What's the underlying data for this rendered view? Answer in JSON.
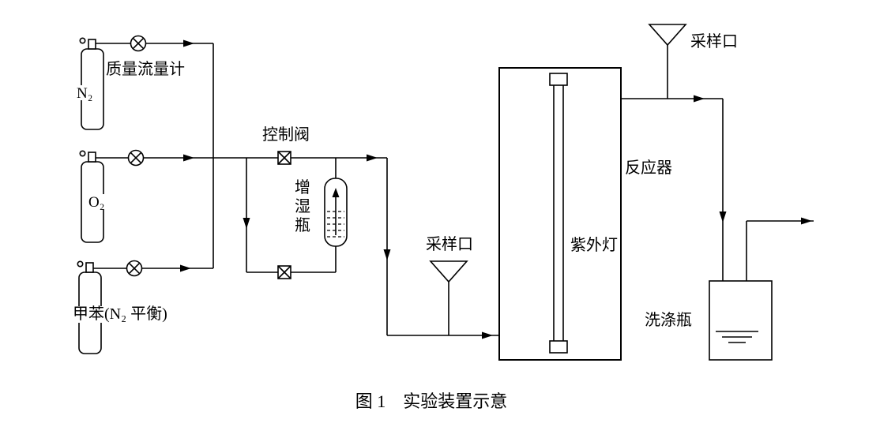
{
  "figure": {
    "caption": "图 1　实验装置示意",
    "labels": {
      "mass_flow_meter": "质量流量计",
      "n2_cylinder": "N₂",
      "o2_cylinder": "O₂",
      "toluene_cylinder": "甲苯(N₂ 平衡)",
      "control_valve": "控制阀",
      "humidifier_char1": "增",
      "humidifier_char2": "湿",
      "humidifier_char3": "瓶",
      "sampling_port_left": "采样口",
      "sampling_port_top": "采样口",
      "uv_lamp": "紫外灯",
      "reactor": "反应器",
      "washing_bottle": "洗涤瓶"
    },
    "colors": {
      "line": "#000000",
      "background": "#ffffff"
    }
  }
}
